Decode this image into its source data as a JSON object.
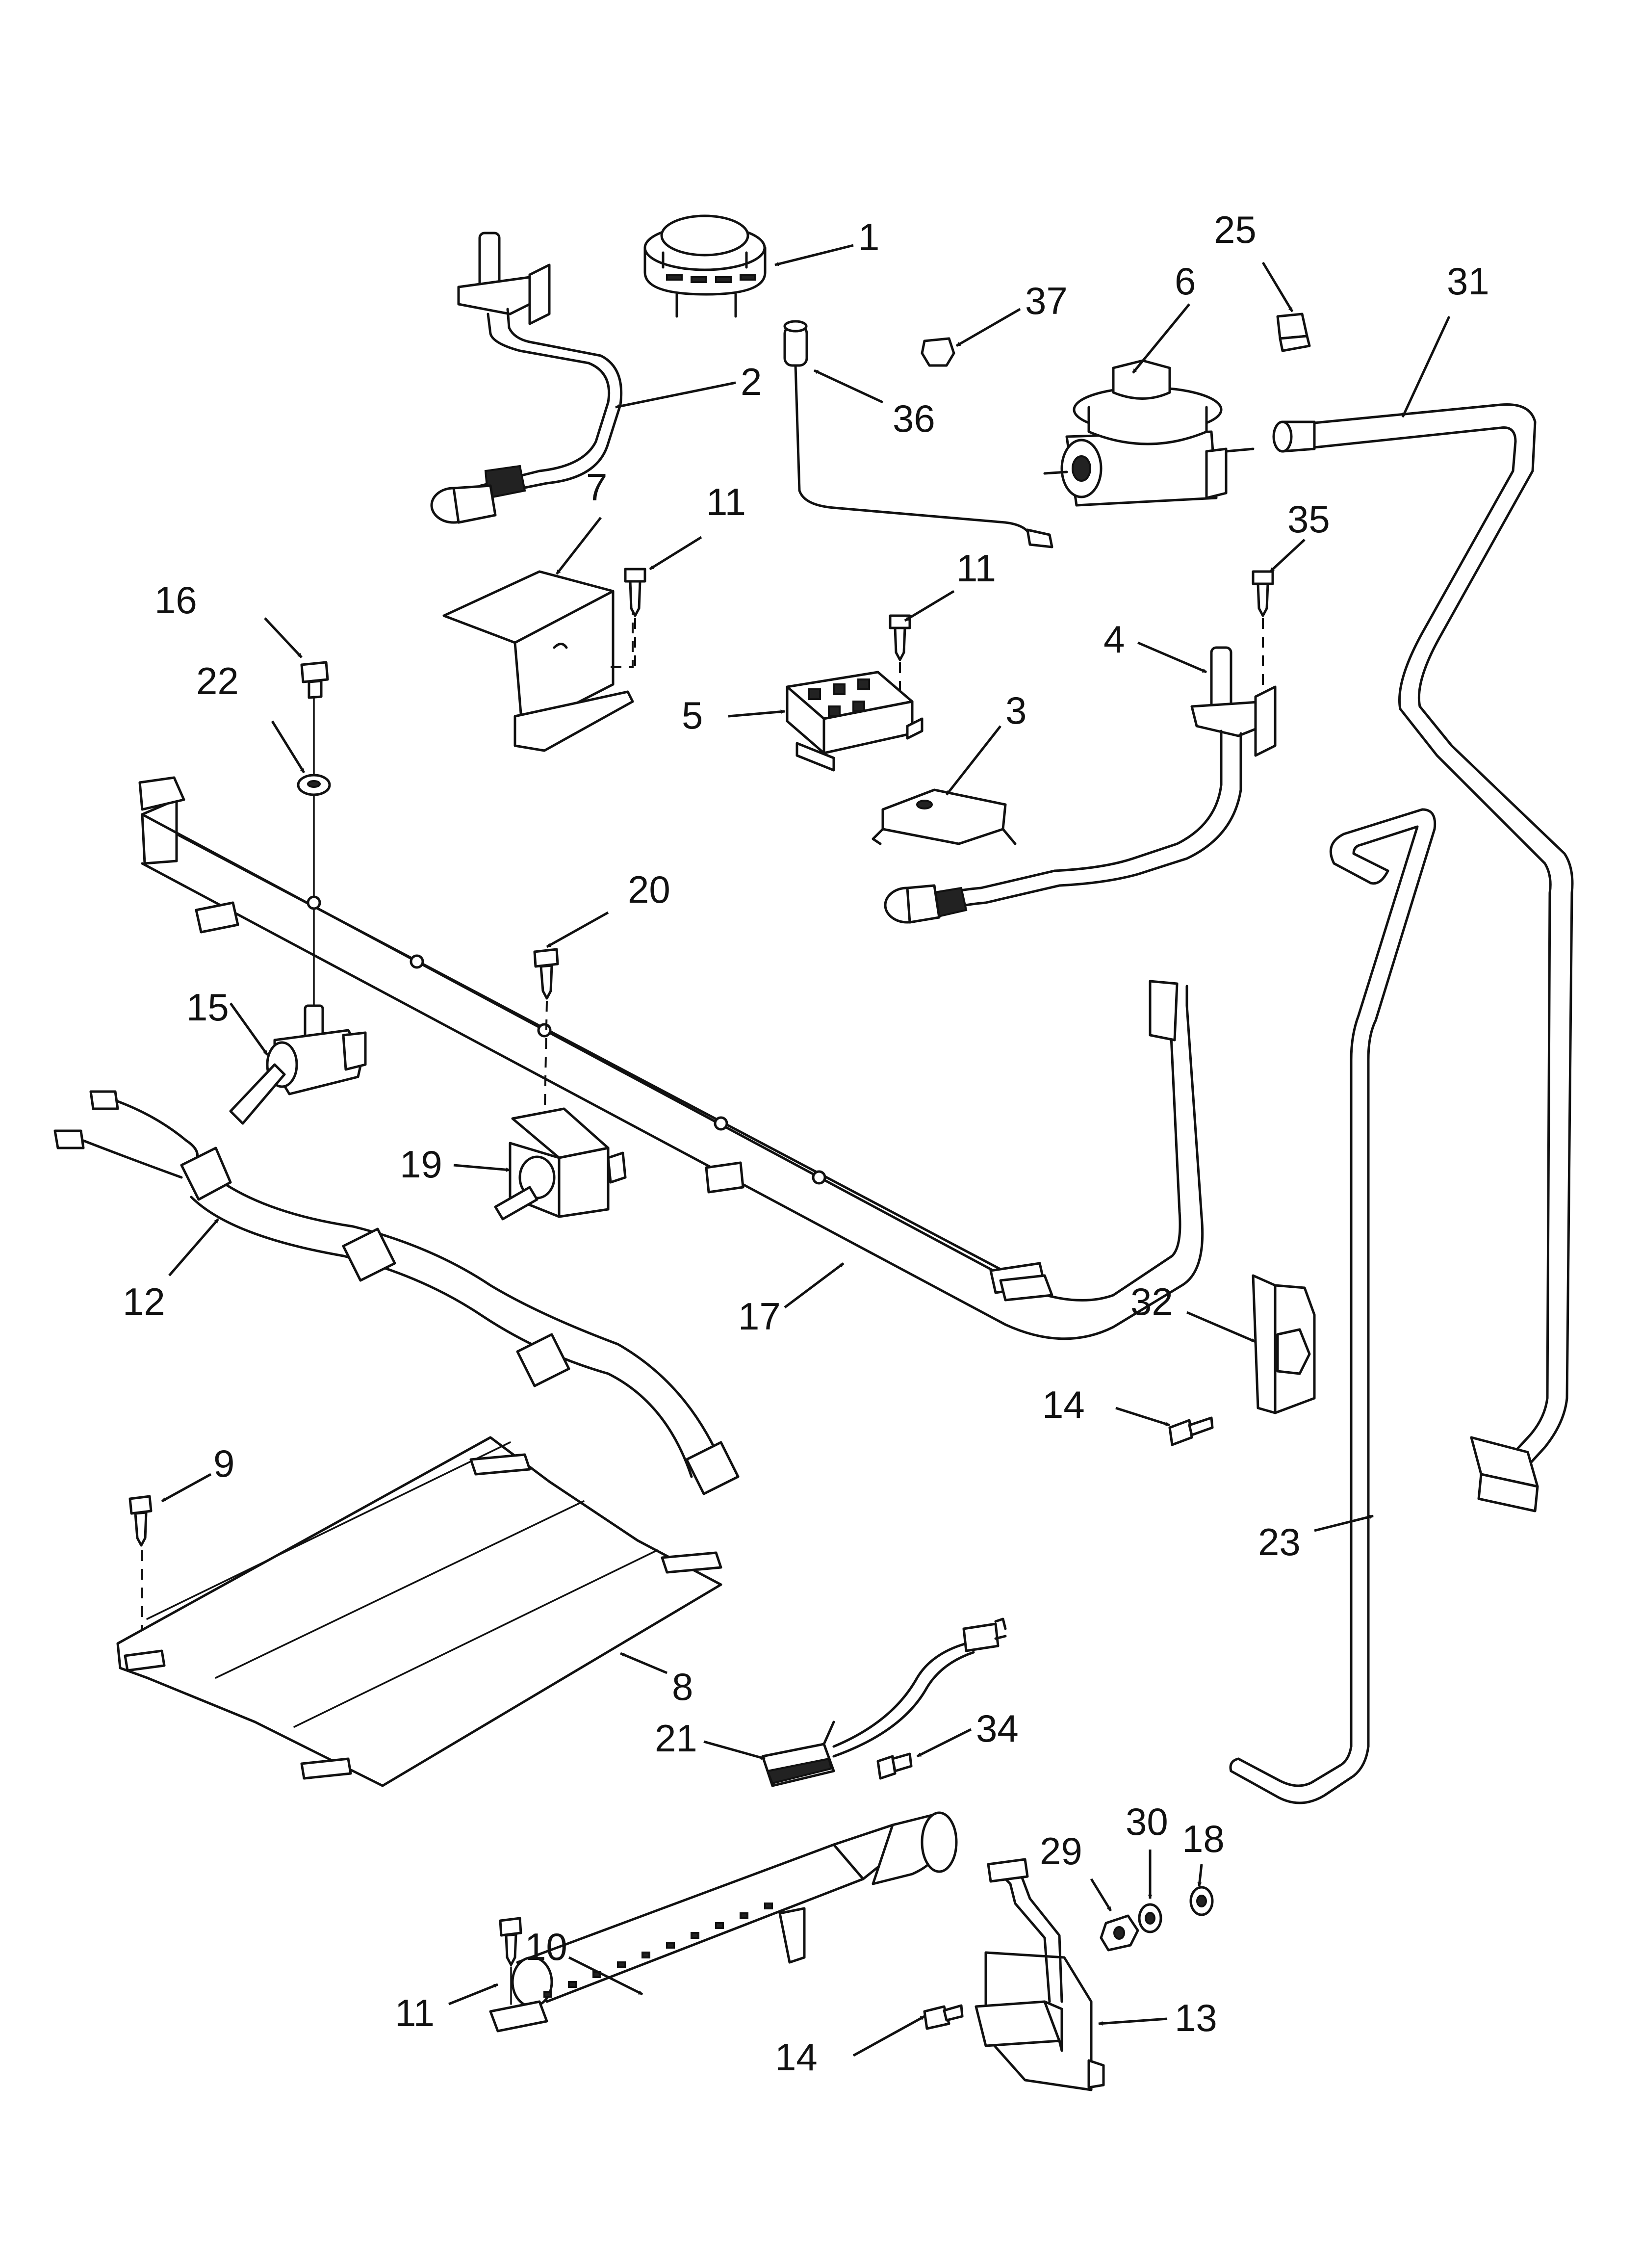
{
  "diagram": {
    "callouts": [
      {
        "id": "c1",
        "label": "1"
      },
      {
        "id": "c2",
        "label": "2"
      },
      {
        "id": "c3",
        "label": "3"
      },
      {
        "id": "c4",
        "label": "4"
      },
      {
        "id": "c5",
        "label": "5"
      },
      {
        "id": "c6",
        "label": "6"
      },
      {
        "id": "c7",
        "label": "7"
      },
      {
        "id": "c8",
        "label": "8"
      },
      {
        "id": "c9",
        "label": "9"
      },
      {
        "id": "c10",
        "label": "10"
      },
      {
        "id": "c11a",
        "label": "11"
      },
      {
        "id": "c11b",
        "label": "11"
      },
      {
        "id": "c11c",
        "label": "11"
      },
      {
        "id": "c12",
        "label": "12"
      },
      {
        "id": "c13",
        "label": "13"
      },
      {
        "id": "c14a",
        "label": "14"
      },
      {
        "id": "c14b",
        "label": "14"
      },
      {
        "id": "c15",
        "label": "15"
      },
      {
        "id": "c16",
        "label": "16"
      },
      {
        "id": "c17",
        "label": "17"
      },
      {
        "id": "c18",
        "label": "18"
      },
      {
        "id": "c19",
        "label": "19"
      },
      {
        "id": "c20",
        "label": "20"
      },
      {
        "id": "c21",
        "label": "21"
      },
      {
        "id": "c22",
        "label": "22"
      },
      {
        "id": "c23",
        "label": "23"
      },
      {
        "id": "c25",
        "label": "25"
      },
      {
        "id": "c29",
        "label": "29"
      },
      {
        "id": "c30",
        "label": "30"
      },
      {
        "id": "c31",
        "label": "31"
      },
      {
        "id": "c32",
        "label": "32"
      },
      {
        "id": "c34",
        "label": "34"
      },
      {
        "id": "c35",
        "label": "35"
      },
      {
        "id": "c36",
        "label": "36"
      },
      {
        "id": "c37",
        "label": "37"
      }
    ]
  }
}
